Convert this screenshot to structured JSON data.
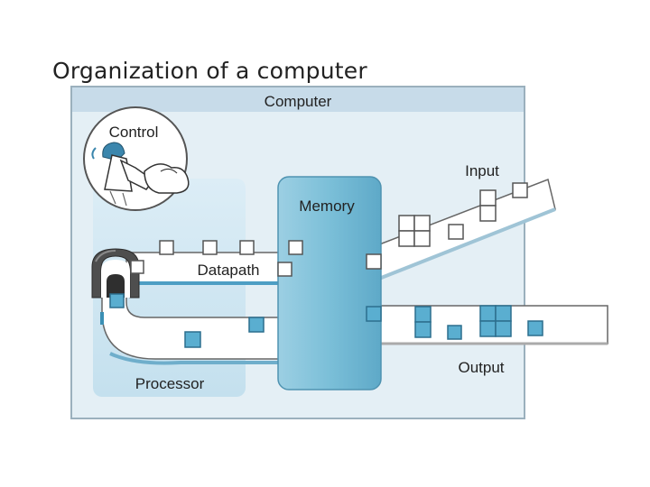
{
  "slide": {
    "title": "Organization of a computer"
  },
  "diagram": {
    "labels": {
      "computer": "Computer",
      "control": "Control",
      "memory": "Memory",
      "datapath": "Datapath",
      "processor": "Processor",
      "input": "Input",
      "output": "Output"
    }
  },
  "colors": {
    "frame": "#e2eef4",
    "frame_border": "#9bb0bd",
    "header_bar": "#c6dae8",
    "processor": "#d3e7f2",
    "memory": "#7ec0d9",
    "data_block": "#5aaed0",
    "tunnel": "#4e4e4e"
  }
}
